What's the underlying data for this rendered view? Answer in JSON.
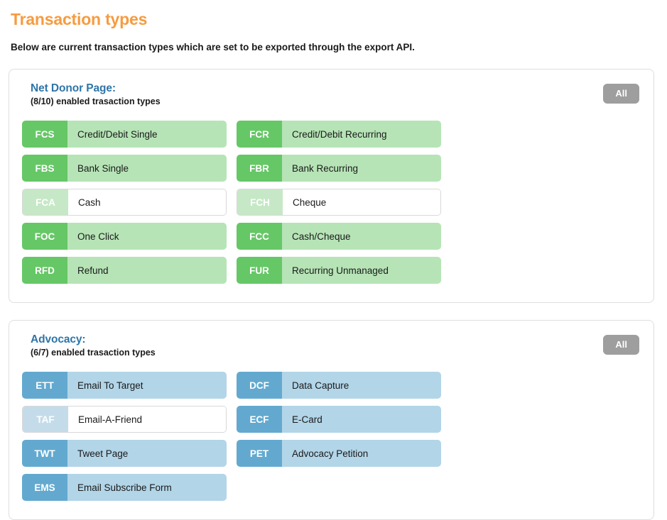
{
  "header": {
    "title": "Transaction types",
    "subtitle": "Below are current transaction types which are set to be exported through the export API.",
    "title_color": "#f79b3f"
  },
  "sections": [
    {
      "name": "net-donor-page",
      "title": "Net Donor Page:",
      "count_label": "(8/10) enabled trasaction types",
      "all_label": "All",
      "theme": "green",
      "enabled_color": "#66c766",
      "enabled_body_color": "#b6e4b6",
      "disabled_color": "#c6e8c6",
      "items": [
        {
          "code": "FCS",
          "label": "Credit/Debit Single",
          "enabled": true
        },
        {
          "code": "FCR",
          "label": "Credit/Debit Recurring",
          "enabled": true
        },
        {
          "code": "FBS",
          "label": "Bank Single",
          "enabled": true
        },
        {
          "code": "FBR",
          "label": "Bank Recurring",
          "enabled": true
        },
        {
          "code": "FCA",
          "label": "Cash",
          "enabled": false
        },
        {
          "code": "FCH",
          "label": "Cheque",
          "enabled": false
        },
        {
          "code": "FOC",
          "label": "One Click",
          "enabled": true
        },
        {
          "code": "FCC",
          "label": "Cash/Cheque",
          "enabled": true
        },
        {
          "code": "RFD",
          "label": "Refund",
          "enabled": true
        },
        {
          "code": "FUR",
          "label": "Recurring Unmanaged",
          "enabled": true
        }
      ]
    },
    {
      "name": "advocacy",
      "title": "Advocacy:",
      "count_label": "(6/7) enabled trasaction types",
      "all_label": "All",
      "theme": "blue",
      "enabled_color": "#63a9cf",
      "enabled_body_color": "#b2d5e8",
      "disabled_color": "#c4dcea",
      "items": [
        {
          "code": "ETT",
          "label": "Email To Target",
          "enabled": true
        },
        {
          "code": "DCF",
          "label": "Data Capture",
          "enabled": true
        },
        {
          "code": "TAF",
          "label": "Email-A-Friend",
          "enabled": false
        },
        {
          "code": "ECF",
          "label": "E-Card",
          "enabled": true
        },
        {
          "code": "TWT",
          "label": "Tweet Page",
          "enabled": true
        },
        {
          "code": "PET",
          "label": "Advocacy Petition",
          "enabled": true
        },
        {
          "code": "EMS",
          "label": "Email Subscribe Form",
          "enabled": true
        }
      ]
    }
  ]
}
